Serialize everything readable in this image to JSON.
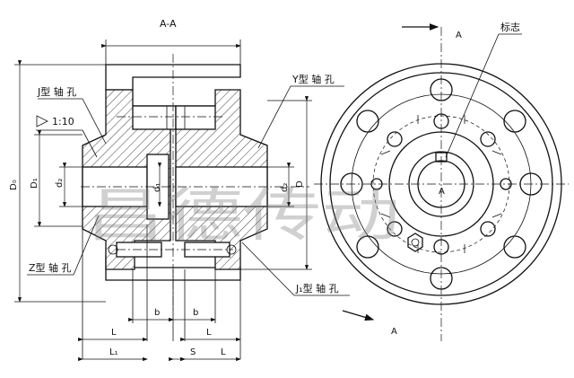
{
  "section_label": "A-A",
  "labels": {
    "j_bore": "J型 轴 孔",
    "taper": "1:10",
    "y_bore": "Y型 轴 孔",
    "z_bore": "Z型 轴 孔",
    "j1_bore": "J₁型 轴 孔",
    "mark": "标志",
    "section_a_top": "A",
    "section_a_bottom": "A",
    "center_a": "A"
  },
  "dimensions": {
    "D0": "D₀",
    "D1": "D₁",
    "d2_left": "d₂",
    "d1": "d₁",
    "d2_right": "d₂",
    "D": "D",
    "b_left": "b",
    "b_right": "b",
    "L_left": "L",
    "L_right": "L",
    "L1": "L₁",
    "S": "S",
    "L_far_right": "L"
  },
  "watermark": "昌德传动"
}
